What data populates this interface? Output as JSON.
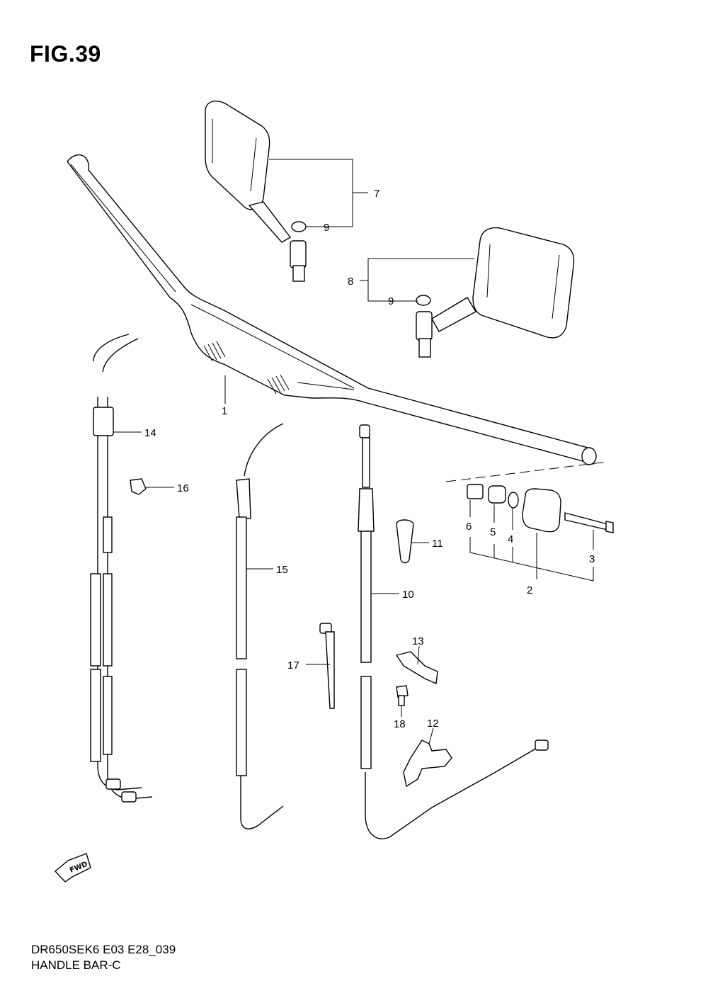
{
  "figure": {
    "title": "FIG.39"
  },
  "footer": {
    "model_code": "DR650SEK6 E03 E28_039",
    "section_name": "HANDLE BAR-C"
  },
  "fwd_badge": {
    "label": "FWD"
  },
  "callouts": {
    "c1": "1",
    "c2": "2",
    "c3": "3",
    "c4": "4",
    "c5": "5",
    "c6": "6",
    "c7": "7",
    "c8": "8",
    "c9a": "9",
    "c9b": "9",
    "c10": "10",
    "c11": "11",
    "c12": "12",
    "c13": "13",
    "c14": "14",
    "c15": "15",
    "c16": "16",
    "c17": "17",
    "c18": "18"
  }
}
